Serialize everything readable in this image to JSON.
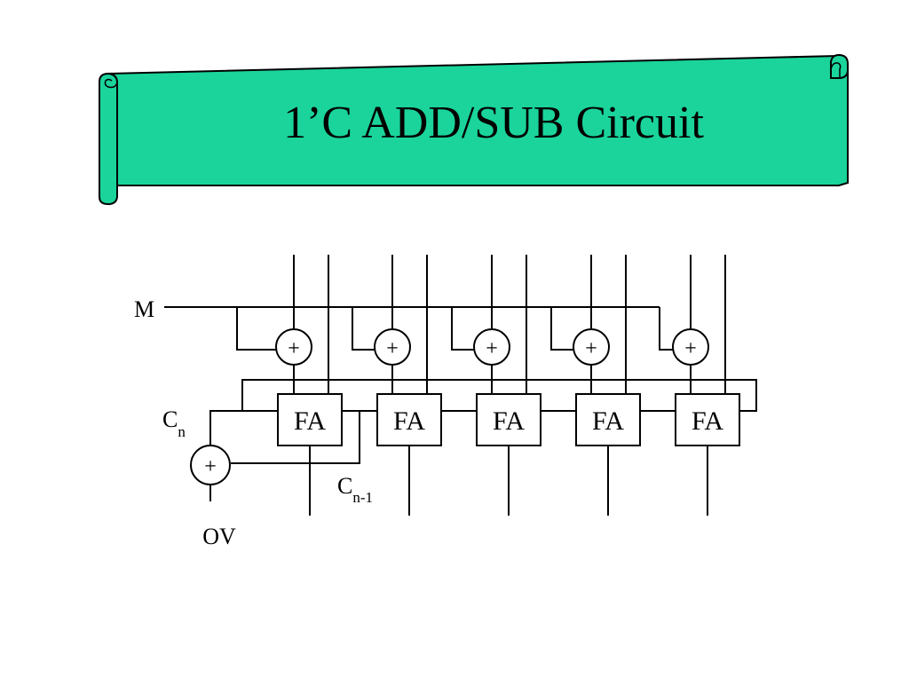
{
  "slide": {
    "title": "1’C ADD/SUB Circuit",
    "banner_color": "#1ad49b"
  },
  "diagram": {
    "control_label": "M",
    "carry_out_label": {
      "base": "C",
      "sub": "n"
    },
    "carry_prev_label": {
      "base": "C",
      "sub": "n-1"
    },
    "overflow_label": "OV",
    "xor_symbol": "+",
    "adder_label": "FA",
    "stages": 5
  }
}
